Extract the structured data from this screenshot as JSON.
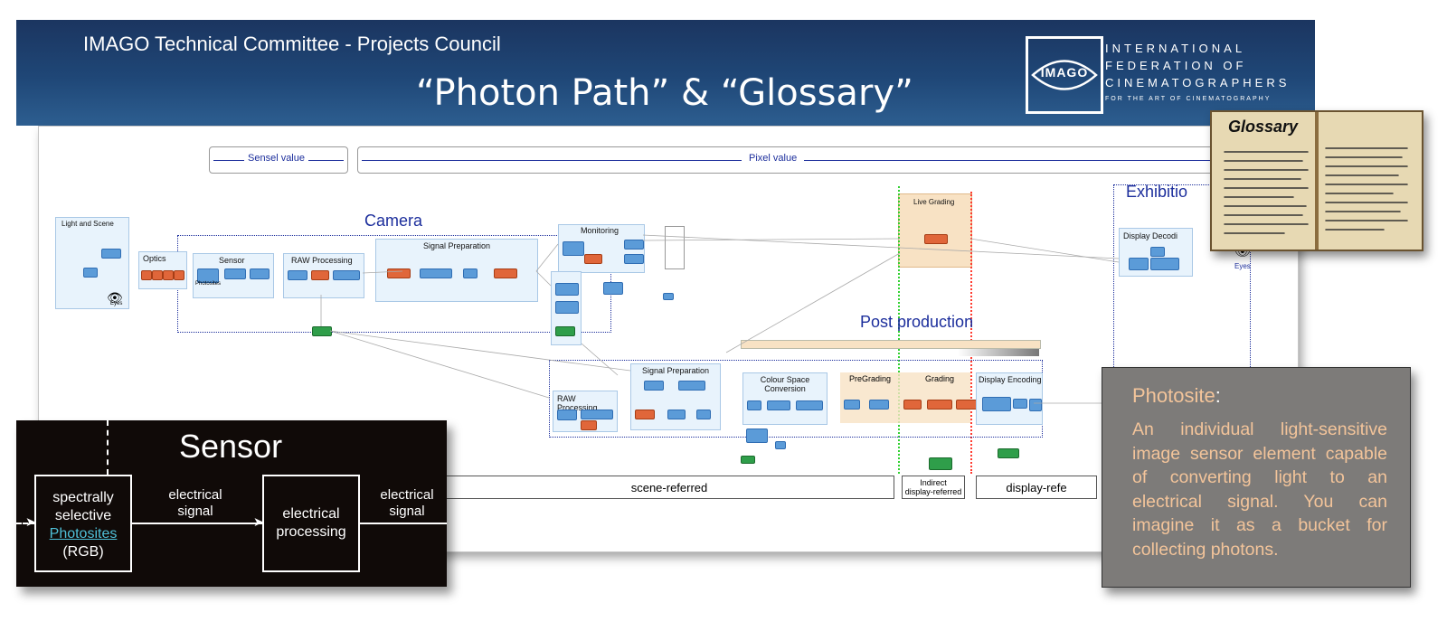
{
  "header": {
    "committee": "IMAGO Technical Committee - Projects Council",
    "title": "“Photon Path” & “Glossary”",
    "logo_text": "IMAGO",
    "org_lines": [
      "INTERNATIONAL",
      "FEDERATION OF",
      "CINEMATOGRAPHERS"
    ],
    "org_tagline": "FOR THE ART OF CINEMATOGRAPHY"
  },
  "diagram": {
    "sensel_label": "Sensel value",
    "pixel_label": "Pixel value",
    "camera_label": "Camera",
    "post_label": "Post production",
    "exhibition_label": "Exhibitio",
    "regions": {
      "light_scene": "Light and Scene",
      "optics": "Optics",
      "sensor": "Sensor",
      "raw": "RAW Processing",
      "signal_prep": "Signal Preparation",
      "monitoring": "Monitoring",
      "live_grading": "Live Grading",
      "display_decoding": "Display Decodi",
      "post_raw": "RAW Processing",
      "post_signal_prep": "Signal Preparation",
      "colour_space": "Colour Space Conversion",
      "pregrading": "PreGrading",
      "grading": "Grading",
      "display_encoding": "Display Encoding"
    },
    "small_labels": {
      "eyes_left": "Eyes",
      "eyes_right": "Eyes",
      "photosites": "Photosites"
    },
    "legend": {
      "scene_referred": "scene-referred",
      "indirect_1": "Indirect",
      "indirect_2": "display-referred",
      "display_referred": "display-refe"
    }
  },
  "sensor_inset": {
    "title": "Sensor",
    "photosites_line1": "spectrally",
    "photosites_line2": "selective",
    "photosites_link": "Photosites",
    "photosites_line3": "(RGB)",
    "signal1_line1": "electrical",
    "signal1_line2": "signal",
    "processing_line1": "electrical",
    "processing_line2": "processing",
    "signal2_line1": "electrical",
    "signal2_line2": "signal"
  },
  "glossary_book": {
    "title": "Glossary"
  },
  "photosite_card": {
    "term": "Photosite",
    "colon": ":",
    "definition": "An individual light-sensitive image sensor element capable of converting light to an electrical signal. You can imagine it as a bucket for collecting photons."
  },
  "colors": {
    "header_bg": "#1f4777",
    "region_bg": "#e8f3fc",
    "live_grading_bg": "#f8e2c4",
    "node_blue": "#5b9bd8",
    "node_orange": "#e0663a",
    "node_green": "#2f9e4a",
    "label_blue": "#1c2e9c",
    "photosite_text": "#f3c49a",
    "photosite_card_bg": "#7d7b79",
    "link_color": "#4fc0d8"
  }
}
